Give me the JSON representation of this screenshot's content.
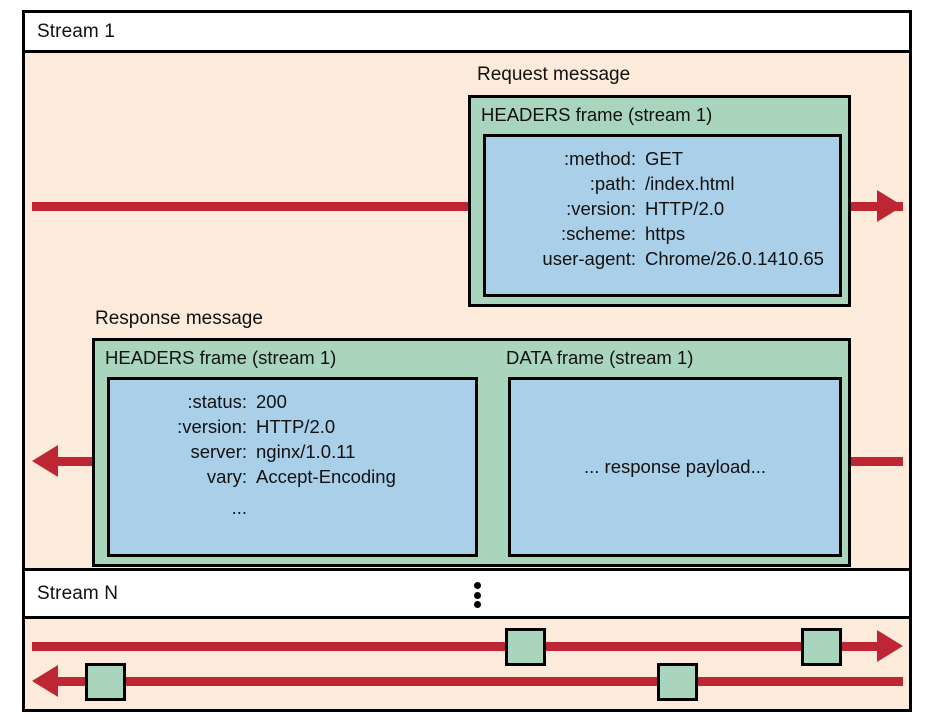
{
  "colors": {
    "background": "#FCEBDA",
    "frame_green": "#A8D5BC",
    "box_blue": "#AACFE8",
    "flow_red": "#BF2633",
    "stroke": "#000000",
    "page_white": "#FFFFFF"
  },
  "streams": {
    "first": {
      "label": "Stream 1"
    },
    "nth": {
      "label": "Stream N",
      "continuation_glyph": "vertical-ellipsis"
    }
  },
  "request": {
    "label": "Request message",
    "frame_title": "HEADERS frame (stream 1)",
    "headers": [
      {
        "key": ":method:",
        "value": "GET"
      },
      {
        "key": ":path:",
        "value": "/index.html"
      },
      {
        "key": ":version:",
        "value": "HTTP/2.0"
      },
      {
        "key": ":scheme:",
        "value": "https"
      },
      {
        "key": "user-agent:",
        "value": "Chrome/26.0.1410.65"
      }
    ]
  },
  "response": {
    "label": "Response message",
    "headers_frame": {
      "frame_title": "HEADERS frame (stream 1)",
      "headers": [
        {
          "key": ":status:",
          "value": "200"
        },
        {
          "key": ":version:",
          "value": "HTTP/2.0"
        },
        {
          "key": "server:",
          "value": "nginx/1.0.11"
        },
        {
          "key": "vary:",
          "value": "Accept-Encoding"
        },
        {
          "key": "...",
          "value": ""
        }
      ]
    },
    "data_frame": {
      "frame_title": "DATA frame (stream 1)",
      "payload": "... response payload..."
    }
  },
  "stream_n_flows": {
    "outbound": {
      "direction": "right",
      "frame_count": 2
    },
    "inbound": {
      "direction": "left",
      "frame_count": 2
    }
  }
}
